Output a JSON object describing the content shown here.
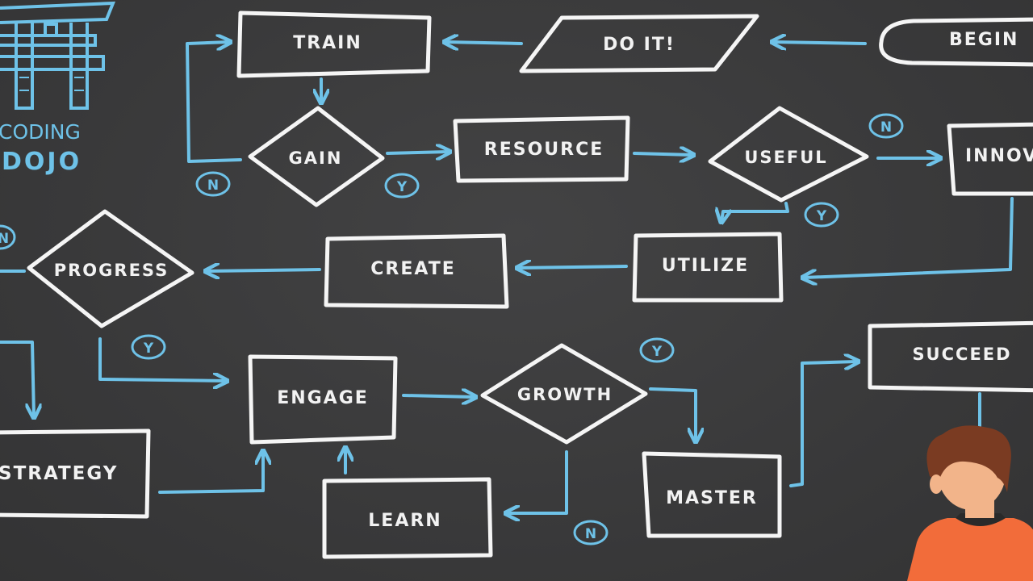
{
  "logo": {
    "line1": "CODING",
    "line2": "DOJO"
  },
  "nodes": {
    "begin": "BEGIN",
    "do_it": "DO IT!",
    "train": "TRAIN",
    "gain": "GAIN",
    "resource": "RESOURCE",
    "useful": "USEFUL",
    "innovate": "INNOV",
    "utilize": "UTILIZE",
    "create": "CREATE",
    "progress": "PROGRESS",
    "engage": "ENGAGE",
    "growth": "GROWTH",
    "succeed": "SUCCEED",
    "master": "MASTER",
    "strategy": "STRATEGY",
    "learn": "LEARN"
  },
  "decision_labels": {
    "gain_no": "N",
    "gain_yes": "Y",
    "useful_no": "N",
    "useful_yes": "Y",
    "progress_no": "N",
    "progress_yes": "Y",
    "growth_yes": "Y",
    "growth_no": "N"
  },
  "colors": {
    "chalkboard": "#3a3a3b",
    "chalk": "#f5f5f5",
    "arrow": "#6ec2e8",
    "shirt": "#f26c3a",
    "hair": "#7a3b22",
    "skin": "#f2b48a"
  }
}
